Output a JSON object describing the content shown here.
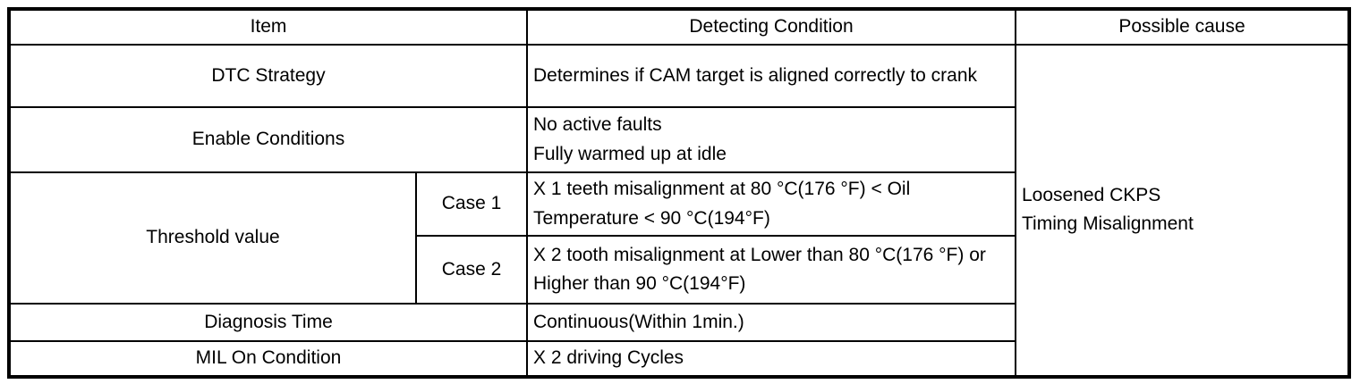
{
  "table": {
    "headers": {
      "item": "Item",
      "detecting_condition": "Detecting Condition",
      "possible_cause": "Possible cause"
    },
    "rows": {
      "dtc_strategy": {
        "label": "DTC Strategy",
        "condition": "Determines if CAM target is aligned correctly to crank"
      },
      "enable_conditions": {
        "label": "Enable Conditions",
        "condition": "No active faults\nFully warmed up at idle"
      },
      "threshold_value": {
        "label": "Threshold value",
        "cases": [
          {
            "label": "Case 1",
            "condition": "X 1 teeth misalignment at 80 °C(176 °F) < Oil Temperature < 90 °C(194°F)"
          },
          {
            "label": "Case 2",
            "condition": "X 2 tooth misalignment at Lower than 80 °C(176 °F) or Higher than 90 °C(194°F)"
          }
        ]
      },
      "diagnosis_time": {
        "label": "Diagnosis Time",
        "condition": "Continuous(Within 1min.)"
      },
      "mil_on_condition": {
        "label": "MIL On Condition",
        "condition": "X 2 driving Cycles"
      }
    },
    "possible_cause_value": "Loosened CKPS\nTiming Misalignment"
  }
}
